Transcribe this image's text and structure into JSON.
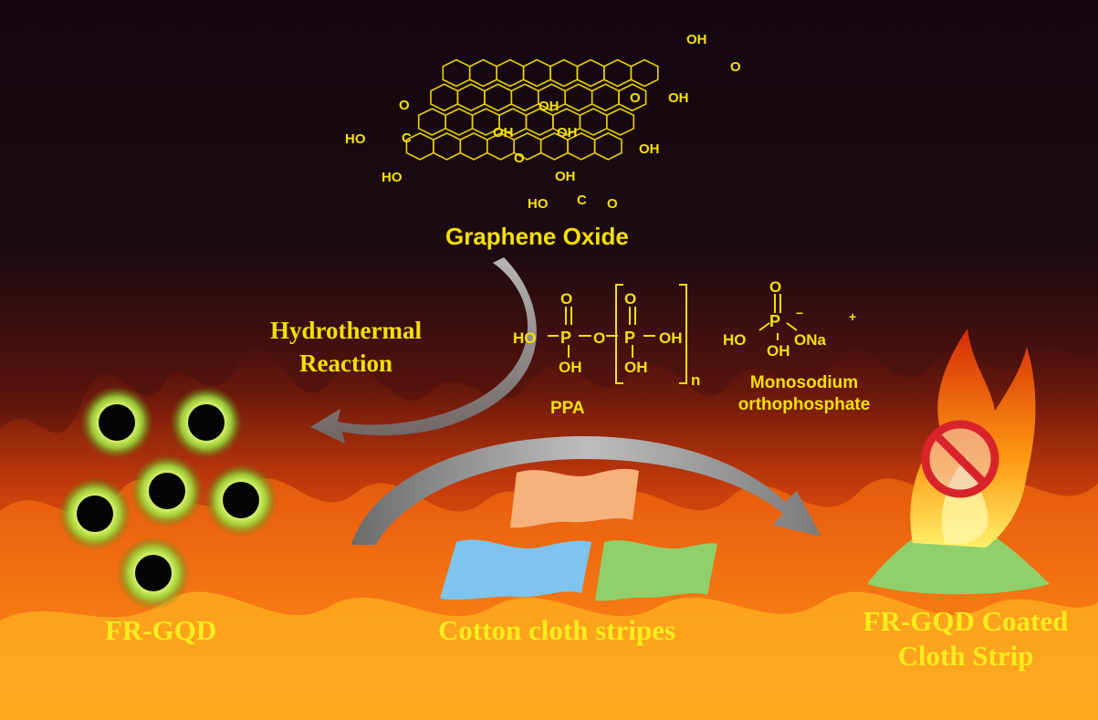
{
  "labels": {
    "graphene_oxide": "Graphene Oxide",
    "hydrothermal_line1": "Hydrothermal",
    "hydrothermal_line2": "Reaction",
    "ppa": "PPA",
    "monosodium_line1": "Monosodium",
    "monosodium_line2": "orthophosphate",
    "fr_gqd": "FR-GQD",
    "cotton": "Cotton cloth stripes",
    "coated_line1": "FR-GQD Coated",
    "coated_line2": "Cloth Strip"
  },
  "chem": {
    "oh": "OH",
    "ho": "HO",
    "o": "O",
    "c": "C",
    "p": "P",
    "n": "n",
    "na": "ONa",
    "plus": "+",
    "minus": "−",
    "ho_p": "HO",
    "oh_p": "OH",
    "o_link": "O"
  },
  "colors": {
    "label_yellow": "#f5e000",
    "cloth_orange": "#f6b27a",
    "cloth_blue": "#7ec4ee",
    "cloth_green": "#8fd06a",
    "dot_glow": "#b6e25a",
    "prohibit_red": "#d9232a"
  }
}
